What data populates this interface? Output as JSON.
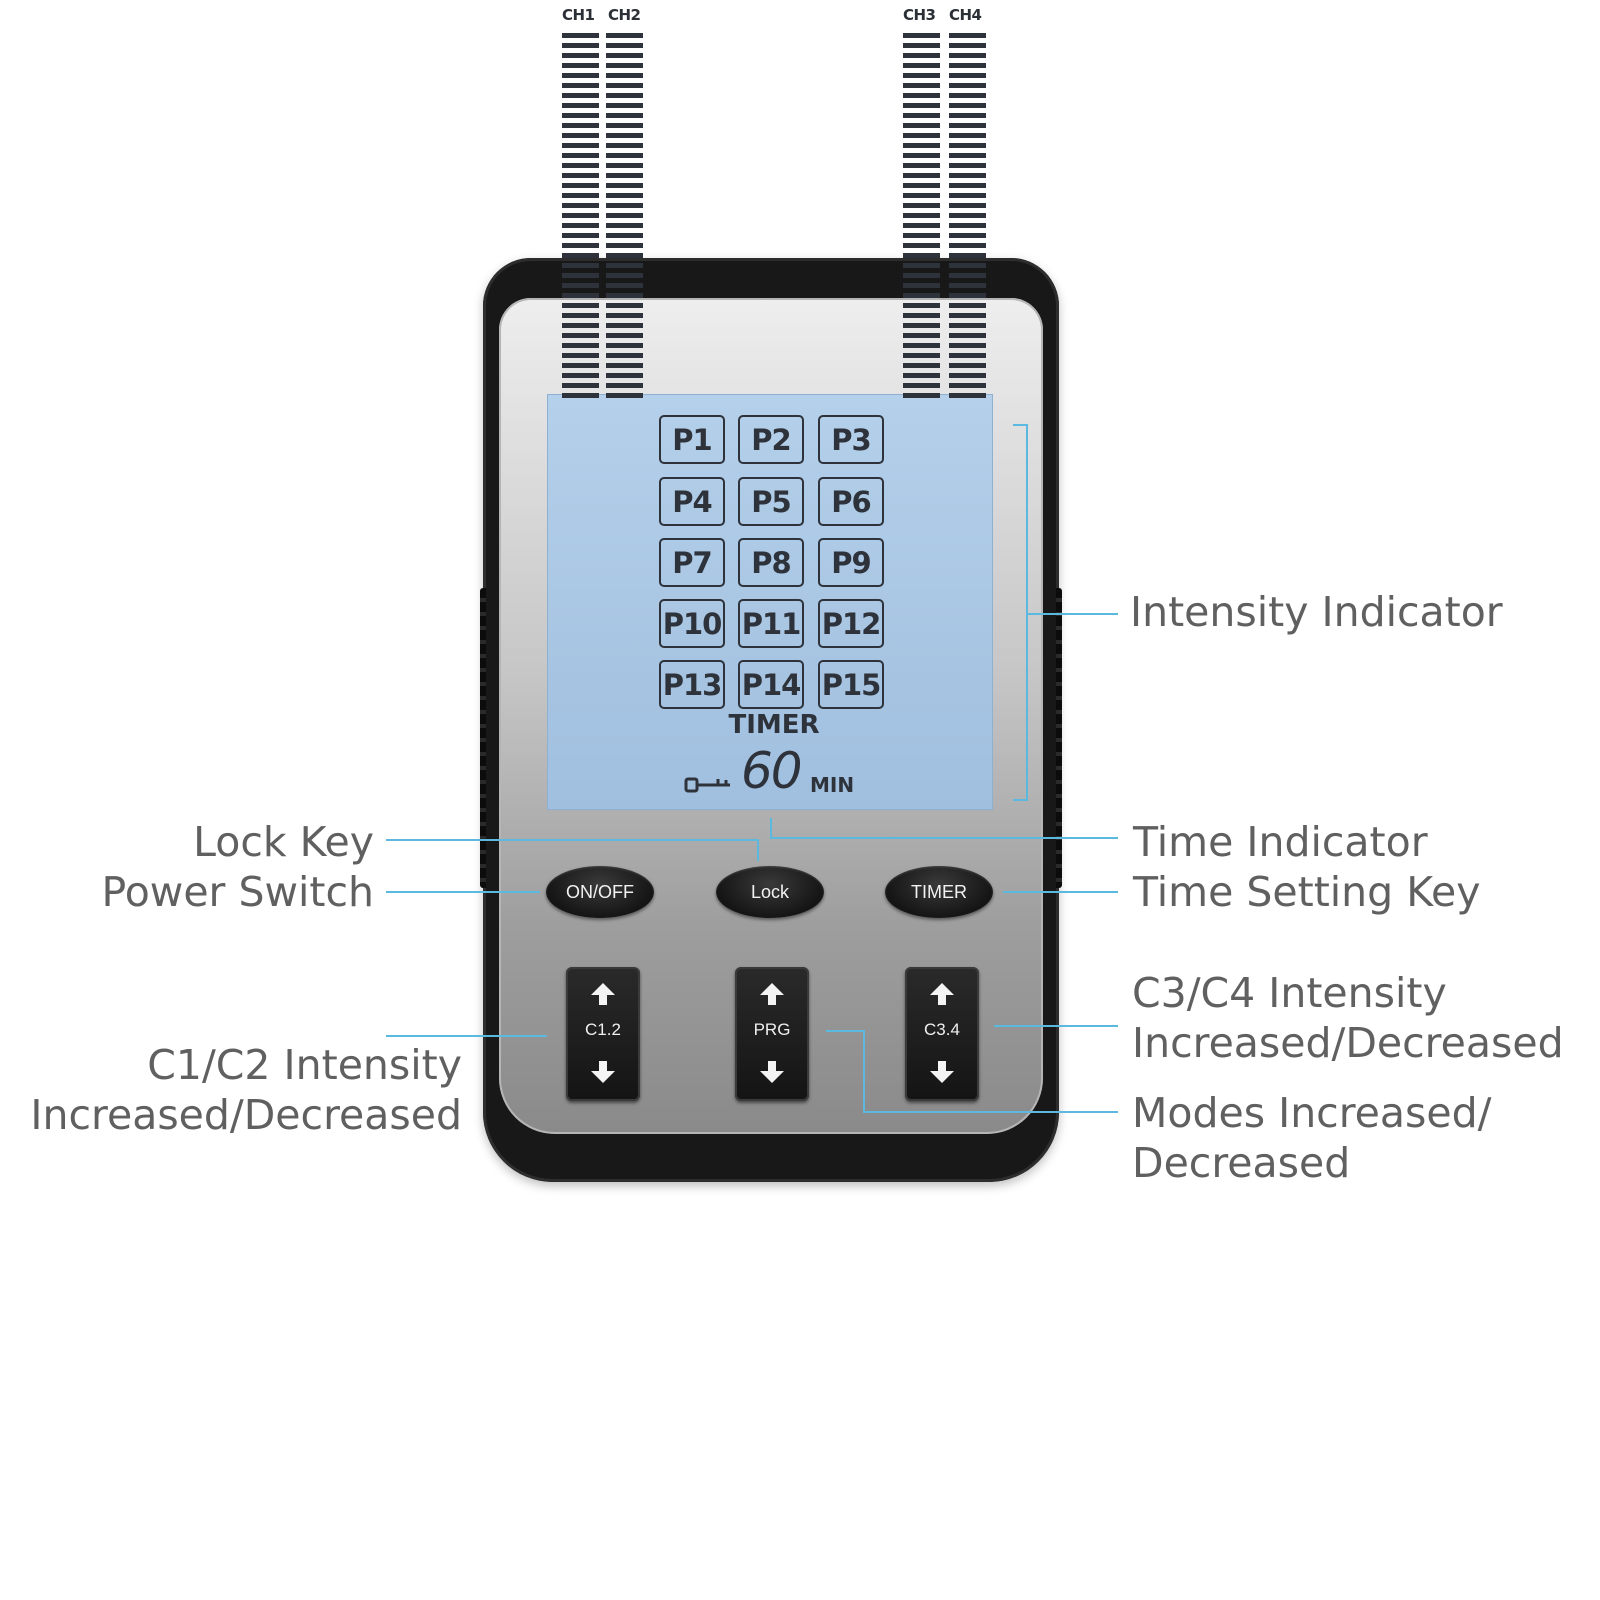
{
  "device": {
    "lcd": {
      "channels_left": [
        "CH1",
        "CH2"
      ],
      "channels_right": [
        "CH3",
        "CH4"
      ],
      "programs": [
        "P1",
        "P2",
        "P3",
        "P4",
        "P5",
        "P6",
        "P7",
        "P8",
        "P9",
        "P10",
        "P11",
        "P12",
        "P13",
        "P14",
        "P15"
      ],
      "timer_label": "TIMER",
      "timer_value": "60",
      "timer_unit": "MIN"
    },
    "buttons": {
      "power": "ON/OFF",
      "lock": "Lock",
      "timer": "TIMER"
    },
    "rockers": {
      "c12": "C1.2",
      "prg": "PRG",
      "c34": "C3.4"
    }
  },
  "callouts": {
    "intensity_indicator": "Intensity Indicator",
    "time_indicator": "Time Indicator",
    "time_setting_key": "Time Setting Key",
    "lock_key": "Lock Key",
    "power_switch": "Power Switch",
    "c34_line1": "C3/C4 Intensity",
    "c34_line2": "Increased/Decreased",
    "modes_line1": "Modes Increased/",
    "modes_line2": "Decreased",
    "c12_line1": "C1/C2 Intensity",
    "c12_line2": "Increased/Decreased"
  },
  "colors": {
    "leader_line": "#5bb8de",
    "lcd_background": "#aecbe7",
    "device_body": "#181818"
  }
}
